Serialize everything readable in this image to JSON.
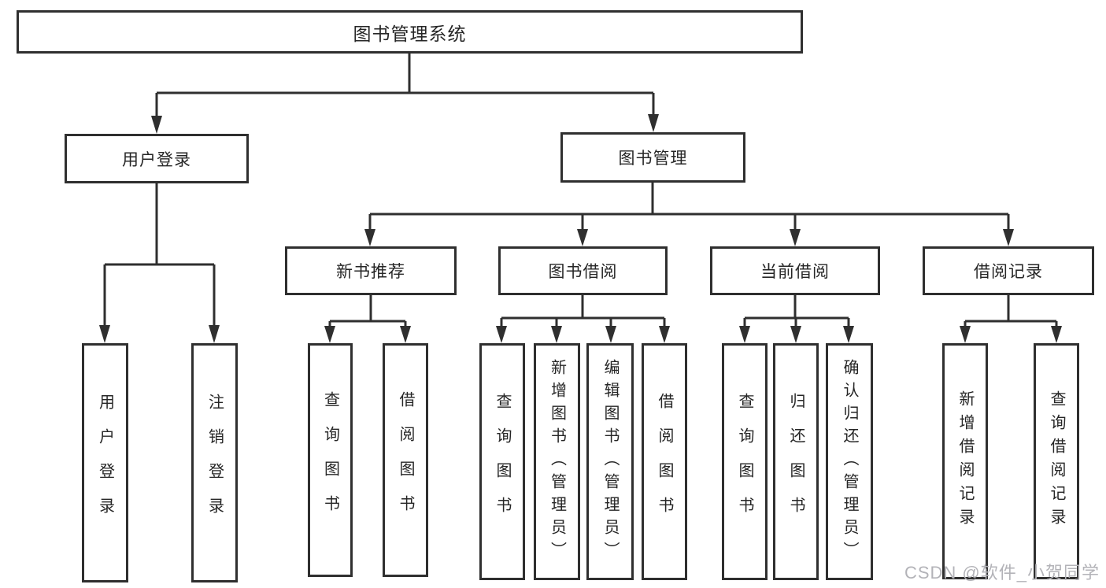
{
  "nodes": {
    "root": "图书管理系统",
    "user_login": "用户登录",
    "book_management": "图书管理",
    "login": "用户登录",
    "logout": "注销登录",
    "new_book_recommend": "新书推荐",
    "book_borrow": "图书借阅",
    "current_borrow": "当前借阅",
    "borrow_records": "借阅记录",
    "nb_query_book": "查询图书",
    "nb_borrow_book": "借阅图书",
    "bb_query_book": "查询图书",
    "bb_add_book": "新增图书（管理员）",
    "bb_edit_book": "编辑图书（管理员）",
    "bb_borrow_book": "借阅图书",
    "cb_query_book": "查询图书",
    "cb_return_book": "归还图书",
    "cb_confirm_return": "确认归还（管理员）",
    "br_add_record": "新增借阅记录",
    "br_query_record": "查询借阅记录"
  },
  "colors": {
    "line": "#2f2f2f",
    "text": "#262626",
    "watermark": "#b3b3b8",
    "background": "#ffffff"
  },
  "watermark": "CSDN @软件_小贺同学"
}
